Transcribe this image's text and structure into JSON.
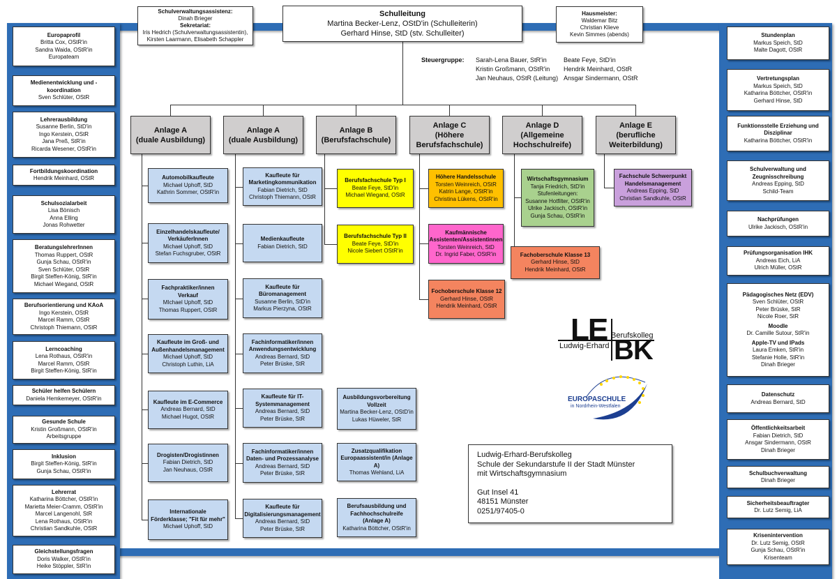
{
  "header": {
    "main": {
      "title": "Schulleitung",
      "lines": [
        "Martina Becker-Lenz, OStD'in (Schulleiterin)",
        "Gerhard Hinse, StD (stv. Schulleiter)"
      ]
    },
    "left": {
      "lines": [
        "Schulverwaltungsassistenz:",
        "Dinah Brieger",
        "Sekretariat:",
        "Iris Hedrich (Schulverwaltungsassistentin),",
        "Kirsten Laarmann, Elisabeth Schappler"
      ]
    },
    "right": {
      "lines": [
        "Hausmeister:",
        "Waldemar Bitz",
        "Christian Klieve",
        "Kevin Simmes (abends)"
      ]
    }
  },
  "steuergruppe": {
    "label": "Steuergruppe:",
    "col1": [
      "Sarah-Lena Bauer, StR'in",
      "Kristin Großmann, OStR'in",
      "Jan Neuhaus, OStR (Leitung)"
    ],
    "col2": [
      "Beate Feye, StD'in",
      "Hendrik Meinhard, OStR",
      "Ansgar Sindermann, OStR"
    ]
  },
  "left_column": [
    {
      "title": "Europaprofil",
      "lines": [
        "Britta Cox, OStR'in",
        "Sandra Waida, OStR'in",
        "Europateam"
      ]
    },
    {
      "title": "Medienentwicklung und -koordination",
      "lines": [
        "Sven Schlüter, OStR"
      ]
    },
    {
      "title": "Lehrerausbildung",
      "lines": [
        "Susanne Berlin, StD'in",
        "Ingo Kerstein, OStR",
        "Jana Preß, StR'in",
        "Ricarda Wesener, OStR'in"
      ]
    },
    {
      "title": "Fortbildungskoordination",
      "lines": [
        "Hendrik Meinhard, OStR"
      ]
    },
    {
      "title": "Schulsozialarbeit",
      "lines": [
        "Lisa Bönisch",
        "Anna Elling",
        "Jonas Rohwetter"
      ]
    },
    {
      "title": "BeratungslehrerInnen",
      "lines": [
        "Thomas Ruppert, OStR",
        "Gunja Schau, OStR'in",
        "Sven Schlüter, OStR",
        "Birgit Steffen-König, StR'in",
        "Michael Wiegand, OStR"
      ]
    },
    {
      "title": "Berufsorientierung und KAoA",
      "lines": [
        "Ingo Kerstein, OStR",
        "Marcel Ramm, OStR",
        "Christoph Thiemann, OStR"
      ]
    },
    {
      "title": "Lerncoaching",
      "lines": [
        "Lena Rothaus, OStR'in",
        "Marcel Ramm, OStR",
        "Birgit Steffen-König, StR'in"
      ]
    },
    {
      "title": "Schüler helfen Schülern",
      "lines": [
        "Daniela Hemkemeyer, OStR'in"
      ]
    },
    {
      "title": "Gesunde Schule",
      "lines": [
        "Kristin Großmann, OStR'in",
        "Arbeitsgruppe"
      ]
    },
    {
      "title": "Inklusion",
      "lines": [
        "Birgit Steffen-König, StR'in",
        "Gunja Schau, OStR'in"
      ]
    },
    {
      "title": "Lehrerrat",
      "lines": [
        "Katharina Böttcher, OStR'in",
        "Marietta Meier-Cramm, OStR'in",
        "Marcel Langenohl, StR",
        "Lena Rothaus, OStR'in",
        "Christian Sandkuhle, OStR"
      ]
    },
    {
      "title": "Gleichstellungsfragen",
      "lines": [
        "Doris Walker, OStR'in",
        "Heike Stöppler, StR'in"
      ]
    }
  ],
  "right_column": [
    {
      "title": "Stundenplan",
      "lines": [
        "Markus Speich, StD",
        "Malte Dagott, OStR"
      ]
    },
    {
      "title": "Vertretungsplan",
      "lines": [
        "Markus Speich, StD",
        "Katharina Böttcher, OStR'in",
        "Gerhard Hinse, StD"
      ]
    },
    {
      "title": "Funktionsstelle Erziehung und Disziplinar",
      "lines": [
        "Katharina Böttcher, OStR'in"
      ]
    },
    {
      "title": "Schulverwaltung und Zeugnisschreibung",
      "lines": [
        "Andreas Epping, StD",
        "Schild-Team"
      ]
    },
    {
      "title": "Nachprüfungen",
      "lines": [
        "Ulrike Jackisch, OStR'in"
      ]
    },
    {
      "title": "Prüfungsorganisation IHK",
      "lines": [
        "Andreas Eich, LiA",
        "Ulrich Müller, OStR"
      ]
    },
    {
      "title": "Pädagogisches Netz (EDV)",
      "lines": [
        "Sven Schlüter, OStR",
        "Peter Brüske, StR",
        "Nicole Roer, StR"
      ],
      "t2": "Moodle",
      "l2": [
        "Dr. Camille Sutour, StR'in"
      ],
      "t3": "Apple-TV und IPads",
      "l3": [
        "Laura Emken, StR'in",
        "Stefanie Holle, StR'in",
        "Dinah Brieger"
      ]
    },
    {
      "title": "Datenschutz",
      "lines": [
        "Andreas Bernard, StD"
      ]
    },
    {
      "title": "Öffentlichkeitsarbeit",
      "lines": [
        "Fabian Dietrich, StD",
        "Ansgar Sindermann, OStR",
        "Dinah Brieger"
      ]
    },
    {
      "title": "Schulbuchverwaltung",
      "lines": [
        "Dinah Brieger"
      ]
    },
    {
      "title": "Sicherheitsbeauftragter",
      "lines": [
        "Dr. Lutz Semig, LiA"
      ]
    },
    {
      "title": "Krisenintervention",
      "lines": [
        "Dr. Lutz Semig, OStR",
        "Gunja Schau, OStR'in",
        "Krisenteam"
      ]
    }
  ],
  "anlagen": [
    {
      "lines": [
        "Anlage A",
        "(duale Ausbildung)"
      ]
    },
    {
      "lines": [
        "Anlage A",
        "(duale Ausbildung)"
      ]
    },
    {
      "lines": [
        "Anlage B",
        "(Berufsfachschule)"
      ]
    },
    {
      "lines": [
        "Anlage C",
        "(Höhere",
        "Berufsfachschule)"
      ]
    },
    {
      "lines": [
        "Anlage D",
        "(Allgemeine",
        "Hochschulreife)"
      ]
    },
    {
      "lines": [
        "Anlage E",
        "(berufliche",
        "Weiterbildung)"
      ]
    }
  ],
  "col_a1": [
    {
      "title": "Automobilkaufleute",
      "lines": [
        "Michael Uphoff, StD",
        "Kathrin Sommer, OStR'in"
      ]
    },
    {
      "title": "Einzelhandelskaufleute/ VerkäuferInnen",
      "lines": [
        "Michael Uphoff, StD",
        "Stefan Fuchsgruber, OStR"
      ]
    },
    {
      "title": "Fachpraktiker/innen Verkauf",
      "lines": [
        "MIchael Uphoff, StD",
        "Thomas Ruppert, OStR"
      ]
    },
    {
      "title": "Kaufleute im Groß- und Außenhandelsmanagement",
      "lines": [
        "Michael Uphoff, StD",
        "Christoph Luthin, LiA"
      ]
    },
    {
      "title": "Kaufleute im E-Commerce",
      "lines": [
        "Andreas Bernard, StD",
        "Michael Hugot, OStR"
      ]
    },
    {
      "title": "Drogisten/Drogistinnen",
      "lines": [
        "Fabian Dietrich, StD",
        "Jan Neuhaus, OStR"
      ]
    },
    {
      "title": "Internationale Förderklasse; \"Fit für mehr\"",
      "lines": [
        "Michael Uphoff, StD"
      ]
    }
  ],
  "col_a2": [
    {
      "title": "Kaufleute für Marketingkommunikation",
      "lines": [
        "Fabian Dietrich, StD",
        "Christoph Thiemann, OStR"
      ]
    },
    {
      "title": "Medienkaufleute",
      "lines": [
        "Fabian Dietrich, StD"
      ]
    },
    {
      "title": "Kaufleute für Büromanagement",
      "lines": [
        "Susanne Berlin, StD'in",
        "Markus Pierzyna, OStR"
      ]
    },
    {
      "title": "Fachinformatiker/innen Anwendungsentwicklung",
      "lines": [
        "Andreas Bernard, StD",
        "Peter Brüske, StR"
      ]
    },
    {
      "title": "Kaufleute für IT-Systemmanagement",
      "lines": [
        "Andreas Bernard, StD",
        "Peter Brüske, StR"
      ]
    },
    {
      "title": "Fachinformatiker/innen Daten- und Prozessanalyse",
      "lines": [
        "Andreas Bernard, StD",
        "Peter Brüske, StR"
      ]
    },
    {
      "title": "Kaufleute für Digitalisierungsmanagement",
      "lines": [
        "Andreas Bernard, StD",
        "Peter Brüske, StR"
      ]
    }
  ],
  "col_b": [
    {
      "title": "Berufsfachschule Typ I",
      "lines": [
        "Beate Feye, StD'in",
        "Michael Wiegand, OStR"
      ]
    },
    {
      "title": "Berufsfachschule Typ II",
      "lines": [
        "Beate Feye, StD'in",
        "Nicole Siebert OStR'in"
      ]
    },
    {
      "title": "Ausbildungsvorbereitung Vollzeit",
      "lines": [
        "Martina Becker-Lenz, OStD'in",
        "Lukas Hüweler, StR"
      ]
    },
    {
      "title": "Zusatzqualifikation Europaassistent/in (Anlage A)",
      "lines": [
        "Thomas Wehland, LiA"
      ]
    },
    {
      "title": "Berufsausbildung und Fachhochschulreife (Anlage A)",
      "lines": [
        "Katharina Böttcher, OStR'in"
      ]
    }
  ],
  "col_c": [
    {
      "title": "Höhere Handelsschule",
      "lines": [
        "Torsten Weinreich, OStR",
        "Katrin Lange, OStR'in",
        "Christina Lükens, OStR'in"
      ]
    },
    {
      "title": "Kaufmännische Assistenten/Assistentinnen",
      "lines": [
        "Torsten Weinreich, StD",
        "Dr. Ingrid Faber, OStR'in"
      ]
    },
    {
      "title": "Fochoberschule Klasse 12",
      "lines": [
        "Gerhard Hinse, OStR",
        "Hendrik Meinhard, OStR"
      ]
    }
  ],
  "col_d": [
    {
      "title": "Wirtschaftsgymnasium",
      "lines": [
        "Tanja Friedrich, StD'in",
        "Stufenleitungen:",
        "Susanne Hotfilter, OStR'in",
        "Ulrike Jackisch, OStR'in",
        "Gunja Schau, OStR'in"
      ]
    },
    {
      "title": "Fachoberschule Klasse 13",
      "lines": [
        "Gerhard Hinse, StD",
        "Hendrik Meinhard, OStR"
      ]
    }
  ],
  "col_e": [
    {
      "title": "Fachschule Schwerpunkt Handelsmanagement",
      "lines": [
        "Andreas Epping, StD",
        "Christian Sandkuhle, OStR"
      ]
    }
  ],
  "logo": {
    "le": "LE",
    "bk": "BK",
    "word1": "Berufskolleg",
    "word2": "Ludwig-Erhard",
    "euro1": "EUROPASCHULE",
    "euro2": "in Nordrhein-Westfalen"
  },
  "address": {
    "lines": [
      "Ludwig-Erhard-Berufskolleg",
      "Schule der Sekundarstufe II der Stadt Münster",
      "mit Wirtschaftsgymnasium",
      "",
      "Gut Insel 41",
      "48151 Münster",
      "0251/97405-0"
    ]
  },
  "colors": {
    "frame": "#2e6db5",
    "blue": "#c5d9f1",
    "grey": "#d0cece",
    "yellow": "#ffff00",
    "orange": "#ffc000",
    "pink": "#ff66cc",
    "salmon": "#f4845f",
    "green": "#a9d18e",
    "purple": "#c9a0dc"
  }
}
